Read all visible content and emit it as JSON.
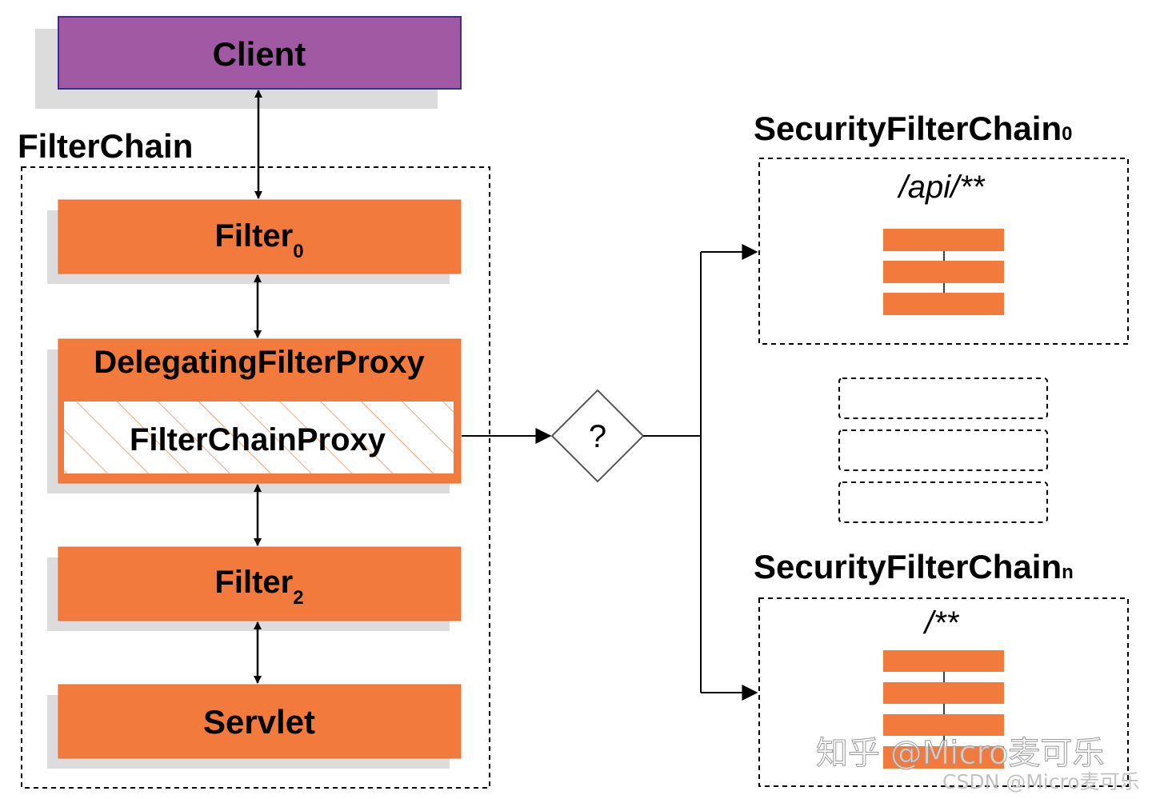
{
  "client": {
    "label": "Client"
  },
  "filter_chain": {
    "title": "FilterChain",
    "filter0": {
      "label": "Filter",
      "sub": "0"
    },
    "delegating": {
      "label": "DelegatingFilterProxy"
    },
    "proxy": {
      "label": "FilterChainProxy"
    },
    "filter2": {
      "label": "Filter",
      "sub": "2"
    },
    "servlet": {
      "label": "Servlet"
    }
  },
  "decision": {
    "label": "?"
  },
  "security_chain_0": {
    "title": "SecurityFilterChain",
    "sub": "0",
    "pattern": "/api/**"
  },
  "security_chain_n": {
    "title": "SecurityFilterChain",
    "sub": "n",
    "pattern": "/**"
  },
  "watermark": {
    "main": "知乎 @Micro麦可乐",
    "secondary": "CSDN @Micro麦可乐"
  },
  "colors": {
    "client": "#a259a4",
    "client_border": "#3c2f91",
    "filter": "#f27a3c",
    "shadow": "#dcdcdc"
  }
}
